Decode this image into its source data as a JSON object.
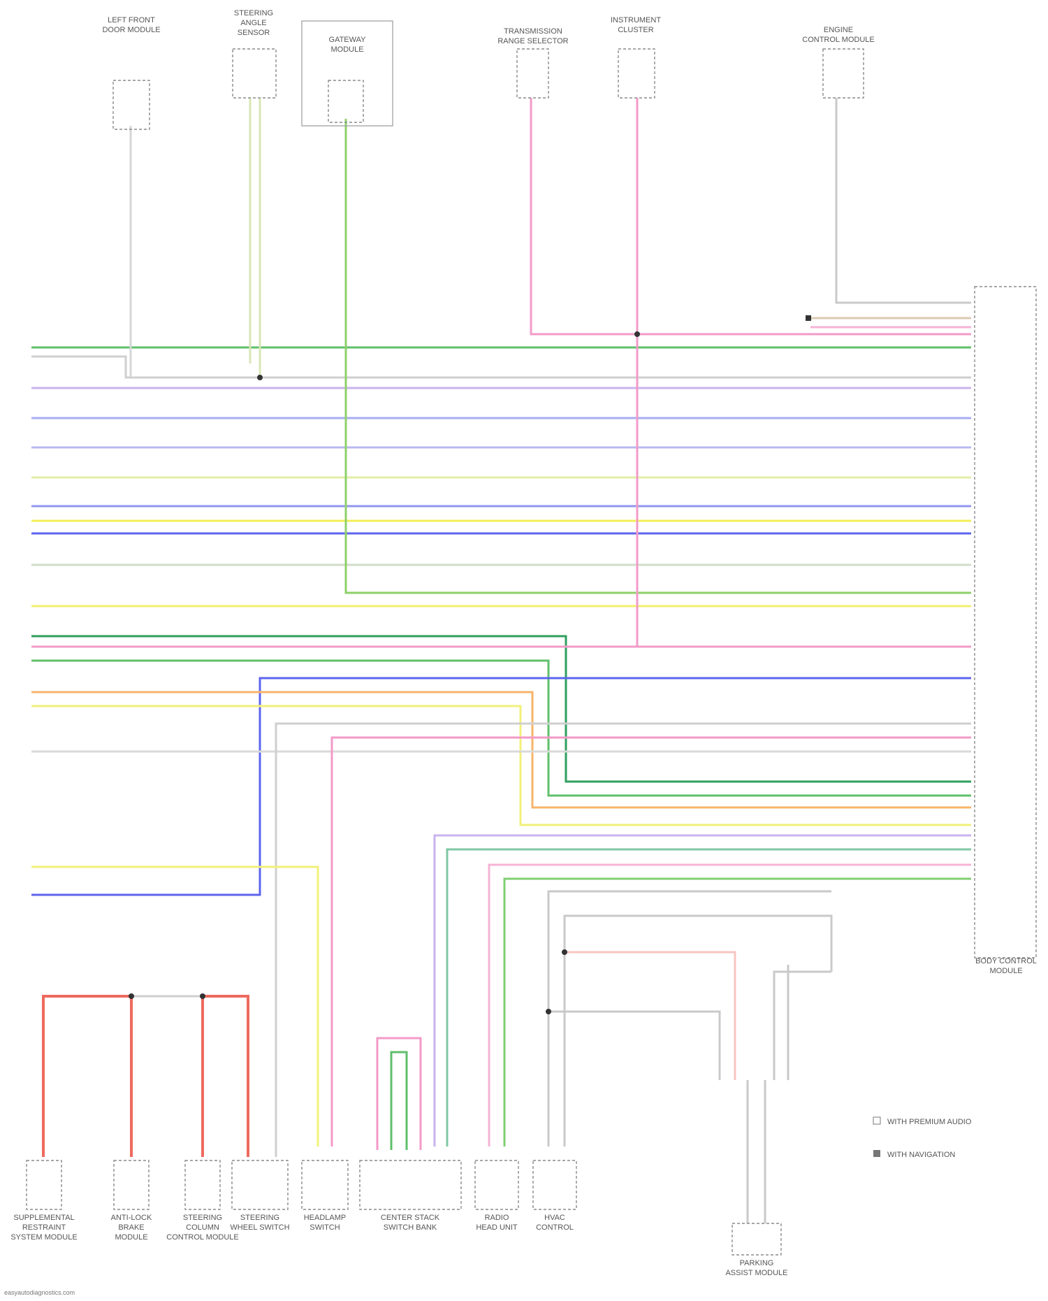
{
  "top_components": [
    {
      "lines": [
        "LEFT FRONT",
        "DOOR MODULE"
      ]
    },
    {
      "lines": [
        "STEERING",
        "ANGLE",
        "SENSOR"
      ]
    },
    {
      "lines": [
        "GATEWAY",
        "MODULE"
      ]
    },
    {
      "lines": [
        "TRANSMISSION",
        "RANGE SELECTOR"
      ]
    },
    {
      "lines": [
        "INSTRUMENT",
        "CLUSTER"
      ]
    },
    {
      "lines": [
        "ENGINE",
        "CONTROL MODULE"
      ]
    }
  ],
  "bottom_components": [
    {
      "lines": [
        "SUPPLEMENTAL",
        "RESTRAINT",
        "SYSTEM MODULE"
      ]
    },
    {
      "lines": [
        "ANTI-LOCK",
        "BRAKE",
        "MODULE"
      ]
    },
    {
      "lines": [
        "STEERING",
        "COLUMN",
        "CONTROL MODULE"
      ]
    },
    {
      "lines": [
        "STEERING",
        "WHEEL SWITCH"
      ]
    },
    {
      "lines": [
        "HEADLAMP",
        "SWITCH"
      ]
    },
    {
      "lines": [
        "CENTER STACK",
        "SWITCH BANK"
      ]
    },
    {
      "lines": [
        "RADIO",
        "HEAD UNIT"
      ]
    },
    {
      "lines": [
        "HVAC",
        "CONTROL"
      ]
    },
    {
      "lines": [
        "PARKING",
        "ASSIST MODULE"
      ]
    }
  ],
  "right_module": {
    "lines": [
      "BODY CONTROL",
      "MODULE"
    ]
  },
  "legend": [
    {
      "symbol": "open-square",
      "text": "WITH PREMIUM AUDIO"
    },
    {
      "symbol": "filled-square",
      "text": "WITH NAVIGATION"
    }
  ],
  "footer": "easyautodiagnostics.com",
  "colors": {
    "green": "#5fbf6a",
    "gray": "#b9b9b9",
    "violet": "#b79de6",
    "blue": "#6f76f0",
    "lightgreen": "#b9dd8a",
    "yellow": "#f2f07a",
    "pink": "#f39ac8",
    "orange": "#f7b46b",
    "red": "#ee6a5f",
    "darkgreen": "#2f9e5e"
  }
}
